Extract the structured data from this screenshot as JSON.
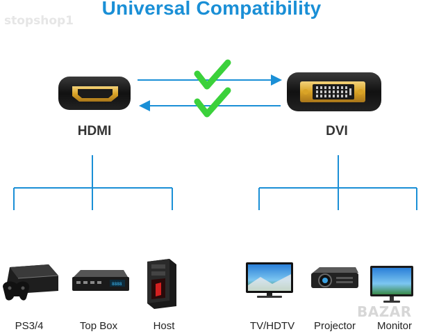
{
  "title": "Universal Compatibility",
  "watermark": "stopshop1",
  "corner_watermark": "BAZAR",
  "colors": {
    "accent": "#1a8fd6",
    "check": "#3bd13b",
    "connector_gold": "#d9a326"
  },
  "connectors": {
    "left": {
      "label": "HDMI",
      "icon": "hdmi-port-icon"
    },
    "right": {
      "label": "DVI",
      "icon": "dvi-port-icon"
    }
  },
  "left_devices": [
    {
      "label": "PS3/4",
      "icon": "game-console-icon"
    },
    {
      "label": "Top Box",
      "icon": "set-top-box-icon"
    },
    {
      "label": "Host",
      "icon": "pc-tower-icon"
    }
  ],
  "right_devices": [
    {
      "label": "TV/HDTV",
      "icon": "tv-icon"
    },
    {
      "label": "Projector",
      "icon": "projector-icon"
    },
    {
      "label": "Monitor",
      "icon": "monitor-icon"
    }
  ]
}
